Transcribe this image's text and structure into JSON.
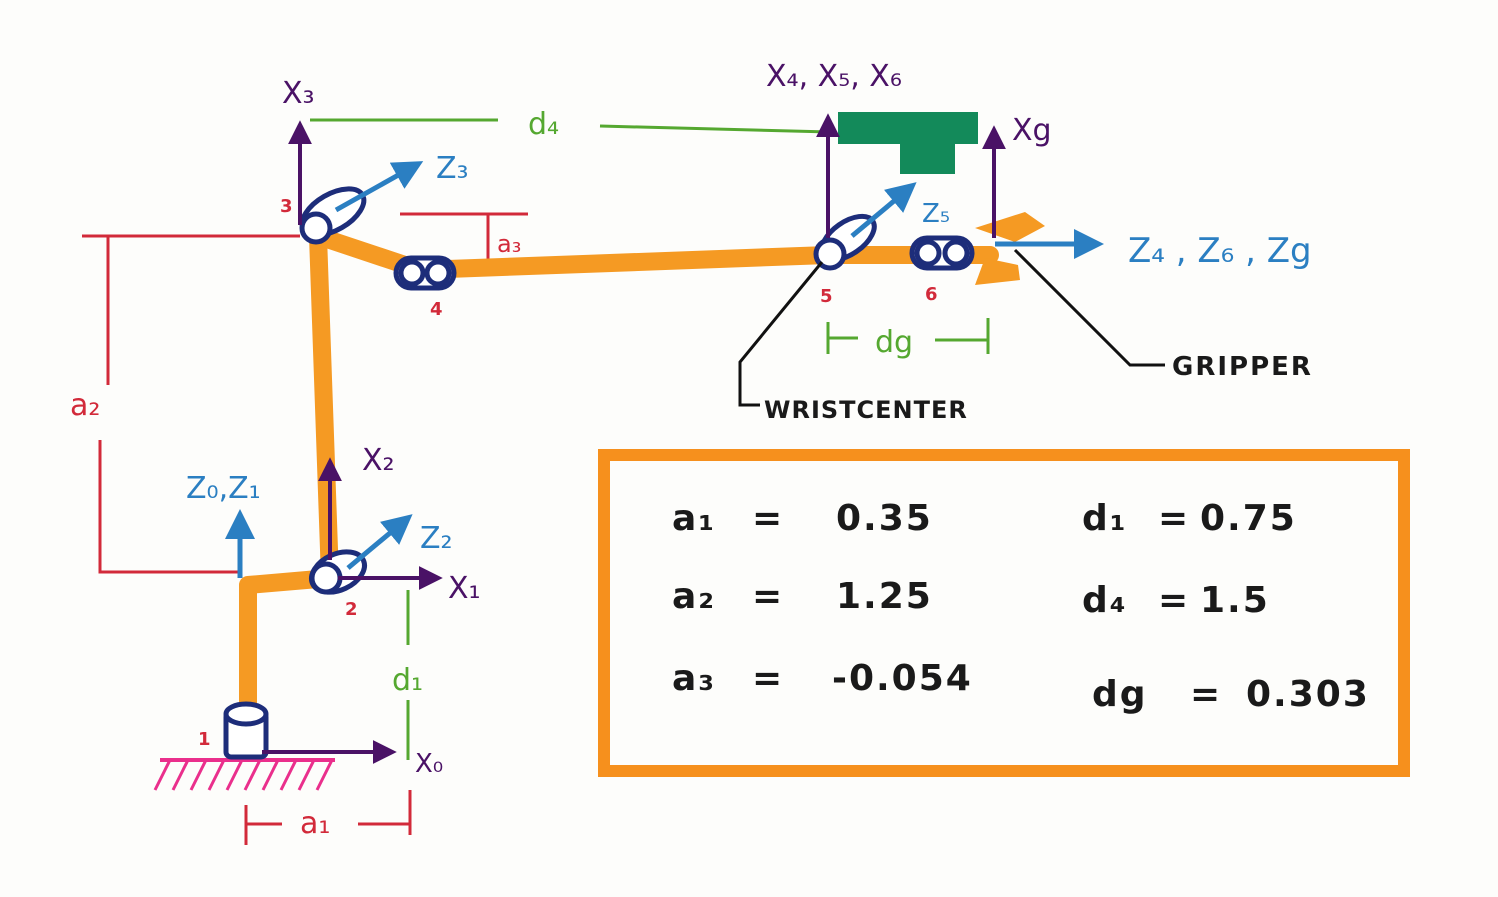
{
  "colors": {
    "link": "#f59a23",
    "joint": "#1d2d7a",
    "z_axis": "#2b7fc2",
    "x_axis": "#4a1266",
    "a_dim": "#d22a3a",
    "d_dim": "#55a830",
    "base": "#ea2f8c",
    "gripper_body": "#138a5a",
    "table_border": "#f6901d",
    "ink": "#1a1a1a"
  },
  "labels": {
    "x0": "X₀",
    "x1": "X₁",
    "x2": "X₂",
    "x3": "X₃",
    "x456": "X₄, X₅, X₆",
    "xg": "Xg",
    "z01": "Z₀,Z₁",
    "z2": "Z₂",
    "z3": "Z₃",
    "z5": "Z₅",
    "z46g": "Z₄ , Z₆ , Zg",
    "a1": "a₁",
    "a2": "a₂",
    "a3": "a₃",
    "d1": "d₁",
    "d4": "d₄",
    "dg": "dg",
    "gripper": "GRIPPER",
    "wrist_center": "WRISTCENTER",
    "joint_numbers": [
      "1",
      "2",
      "3",
      "4",
      "5",
      "6"
    ]
  },
  "parameters": [
    {
      "name": "a₁",
      "value": "0.35"
    },
    {
      "name": "a₂",
      "value": "1.25"
    },
    {
      "name": "a₃",
      "value": "-0.054"
    },
    {
      "name": "d₁",
      "value": "0.75"
    },
    {
      "name": "d₄",
      "value": "1.5"
    },
    {
      "name": "dg",
      "value": "0.303"
    }
  ]
}
